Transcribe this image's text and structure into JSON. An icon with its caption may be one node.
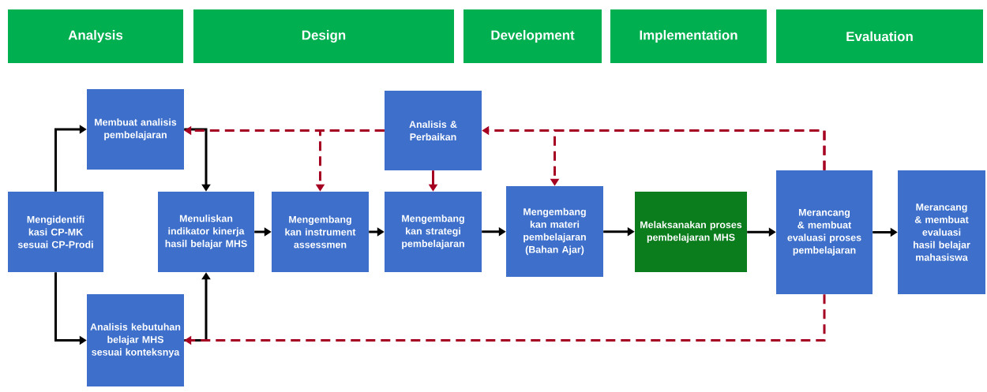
{
  "diagram": {
    "nodes": [
      {
        "text": [
          "Analysis"
        ]
      },
      {
        "text": [
          "Design"
        ]
      },
      {
        "text": [
          "Development"
        ]
      },
      {
        "text": [
          "Implementation"
        ]
      },
      {
        "text": [
          "Evaluation"
        ]
      },
      {
        "text": [
          "Membuat analisis pembelajaran"
        ]
      },
      {
        "text": [
          "Analisis & Perbaikan"
        ]
      },
      {
        "text": [
          "Mengidentifi kasi CP-MK sesuai CP-Prodi"
        ]
      },
      {
        "text": [
          "Menuliskan indikator kinerja hasil belajar MHS"
        ]
      },
      {
        "text": [
          "Mengembang kan instrument assessmen"
        ]
      },
      {
        "text": [
          "Mengembang kan strategi pembelajaran"
        ]
      },
      {
        "text": [
          "Mengembang kan materi pembelajaran (Bahan Ajar)"
        ]
      },
      {
        "text": [
          "Melaksanakan proses pembelajaran MHS"
        ]
      },
      {
        "text": [
          "Merancang & membuat evaluasi proses pembelajaran"
        ]
      },
      {
        "text": [
          "Merancang & membuat evaluasi hasil belajar mahasiswa"
        ]
      },
      {
        "text": [
          "Analisis kebutuhan belajar MHS sesuai konteksnya"
        ]
      }
    ],
    "edges": [
      {
        "from": 7,
        "to": 5,
        "arrow": "to"
      },
      {
        "from": 7,
        "to": 15,
        "arrow": "to"
      },
      {
        "from": 5,
        "to": 8,
        "arrow": "to"
      },
      {
        "from": 15,
        "to": 8,
        "arrow": "to"
      },
      {
        "from": 8,
        "to": 9,
        "arrow": "to"
      },
      {
        "from": 9,
        "to": 10,
        "arrow": "to"
      },
      {
        "from": 10,
        "to": 11,
        "arrow": "to"
      },
      {
        "from": 11,
        "to": 12,
        "arrow": "to"
      },
      {
        "from": 12,
        "to": 13,
        "arrow": "to"
      },
      {
        "from": 13,
        "to": 14,
        "arrow": "to"
      },
      {
        "from": 13,
        "to": 6,
        "arrow": "to",
        "style": "dashed",
        "color": "#a50021"
      },
      {
        "from": 13,
        "to": 11,
        "arrow": "to",
        "style": "dashed",
        "color": "#a50021"
      },
      {
        "from": 6,
        "to": 5,
        "arrow": "to",
        "style": "dashed",
        "color": "#a50021"
      },
      {
        "from": 6,
        "to": 9,
        "arrow": "to",
        "style": "dashed",
        "color": "#a50021"
      },
      {
        "from": 6,
        "to": 10,
        "arrow": "to",
        "color": "#a50021"
      },
      {
        "from": 13,
        "to": 15,
        "arrow": "to",
        "style": "dashed",
        "color": "#a50021"
      }
    ]
  }
}
